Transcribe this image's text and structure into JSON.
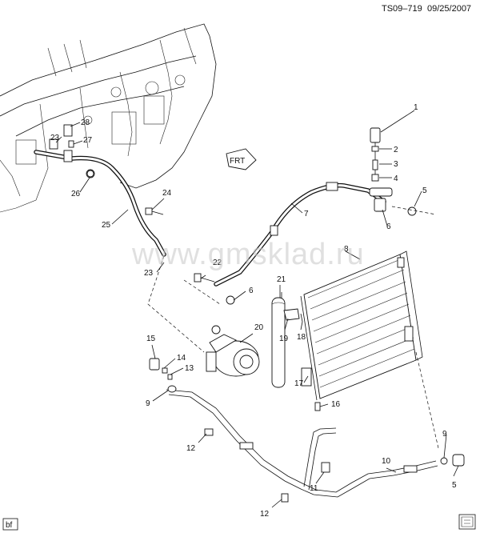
{
  "header": {
    "diagram_id": "TS09–719",
    "date": "09/25/2007"
  },
  "watermark": "www.gmsklad.ru",
  "direction_marker": "FRT",
  "corner_badge": "bf",
  "callouts": [
    {
      "num": "1"
    },
    {
      "num": "2"
    },
    {
      "num": "3"
    },
    {
      "num": "4"
    },
    {
      "num": "5"
    },
    {
      "num": "6"
    },
    {
      "num": "7"
    },
    {
      "num": "8"
    },
    {
      "num": "6"
    },
    {
      "num": "22"
    },
    {
      "num": "21"
    },
    {
      "num": "24"
    },
    {
      "num": "25"
    },
    {
      "num": "26"
    },
    {
      "num": "28"
    },
    {
      "num": "23"
    },
    {
      "num": "27"
    },
    {
      "num": "23"
    },
    {
      "num": "20"
    },
    {
      "num": "19"
    },
    {
      "num": "18"
    },
    {
      "num": "15"
    },
    {
      "num": "14"
    },
    {
      "num": "13"
    },
    {
      "num": "9"
    },
    {
      "num": "17"
    },
    {
      "num": "16"
    },
    {
      "num": "12"
    },
    {
      "num": "9"
    },
    {
      "num": "10"
    },
    {
      "num": "11"
    },
    {
      "num": "5"
    },
    {
      "num": "12"
    }
  ]
}
